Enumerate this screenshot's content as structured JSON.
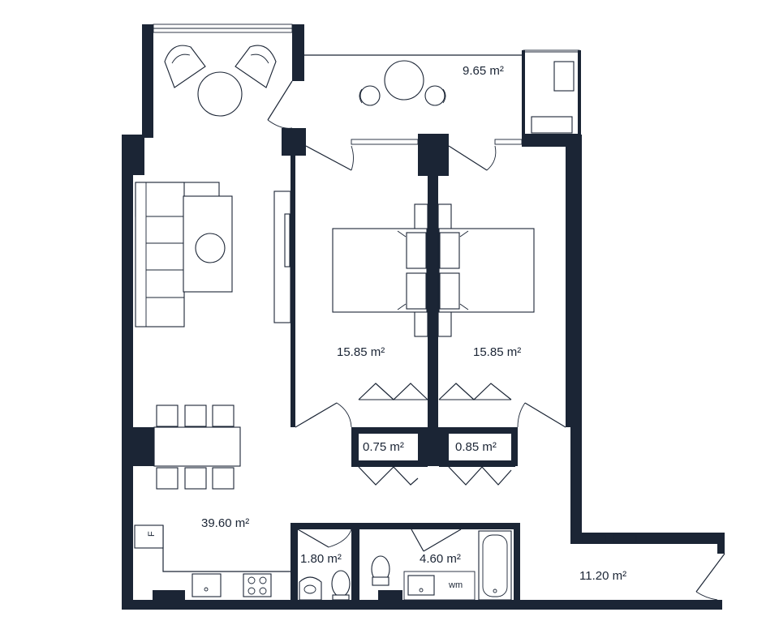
{
  "floorplan": {
    "rooms": [
      {
        "id": "balcony",
        "area": "9.65 m²"
      },
      {
        "id": "bedroom-left",
        "area": "15.85 m²"
      },
      {
        "id": "bedroom-right",
        "area": "15.85 m²"
      },
      {
        "id": "wardrobe-left",
        "area": "0.75 m²"
      },
      {
        "id": "wardrobe-right",
        "area": "0.85 m²"
      },
      {
        "id": "living-kitchen",
        "area": "39.60 m²"
      },
      {
        "id": "wc",
        "area": "1.80 m²"
      },
      {
        "id": "bathroom",
        "area": "4.60 m²"
      },
      {
        "id": "terrace",
        "area": "11.20 m²"
      }
    ],
    "fixture_labels": {
      "fridge": "F",
      "washing_machine": "wm"
    }
  }
}
